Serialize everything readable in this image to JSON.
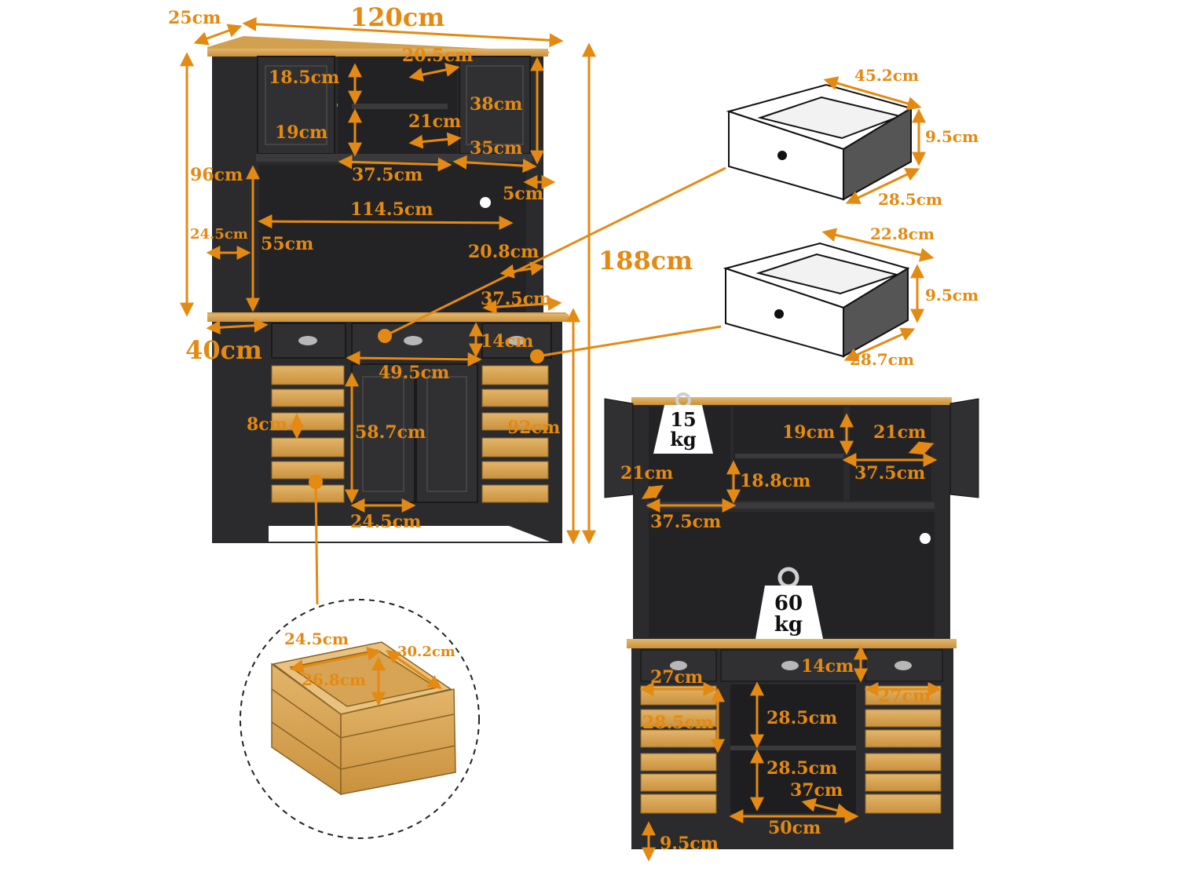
{
  "colors": {
    "accent": "#e48a12",
    "cabinet": "#2b2b2d",
    "wood": "#d9a85a",
    "outline": "#111111"
  },
  "main_view": {
    "width": "120cm",
    "depth": "25cm",
    "hutch_height": "96cm",
    "total_height": "188cm",
    "base_depth": "40cm",
    "base_height": "92cm",
    "hutch": {
      "side_shelf_a": "18.5cm",
      "side_shelf_b": "19cm",
      "center_width_top": "20.5cm",
      "center_width_mid": "21cm",
      "door_height": "38cm",
      "door_width": "35cm",
      "center_width_bottom": "37.5cm",
      "back_gap": "5cm",
      "open_width": "114.5cm",
      "open_height": "55cm",
      "inner_depth": "24.5cm",
      "open_depth": "20.8cm",
      "counter_side": "37.5cm"
    },
    "base": {
      "drawer_height": "14cm",
      "center_width": "49.5cm",
      "crate_gap": "8cm",
      "cabinet_height": "58.7cm",
      "cabinet_door_width": "24.5cm"
    }
  },
  "drawer_large": {
    "width": "45.2cm",
    "height": "9.5cm",
    "depth": "28.5cm"
  },
  "drawer_small": {
    "width": "22.8cm",
    "height": "9.5cm",
    "depth": "28.7cm"
  },
  "crate": {
    "width": "24.5cm",
    "depth": "30.2cm",
    "height": "26.8cm"
  },
  "open_view": {
    "hutch_load": {
      "value": "15",
      "unit": "kg"
    },
    "counter_load": {
      "value": "60",
      "unit": "kg"
    },
    "shelf_height": "19cm",
    "shelf_depth": "21cm",
    "side_width": "37.5cm",
    "left_depth": "21cm",
    "center_shelf": "18.8cm",
    "left_width": "37.5cm",
    "drawer_height": "14cm",
    "crate_width_left": "27cm",
    "crate_width_right": "27cm",
    "crate_height": "28.5cm",
    "cabinet_shelf_top": "28.5cm",
    "cabinet_shelf_bottom": "28.5cm",
    "cabinet_depth": "37cm",
    "cabinet_width": "50cm",
    "leg_height": "9.5cm"
  }
}
